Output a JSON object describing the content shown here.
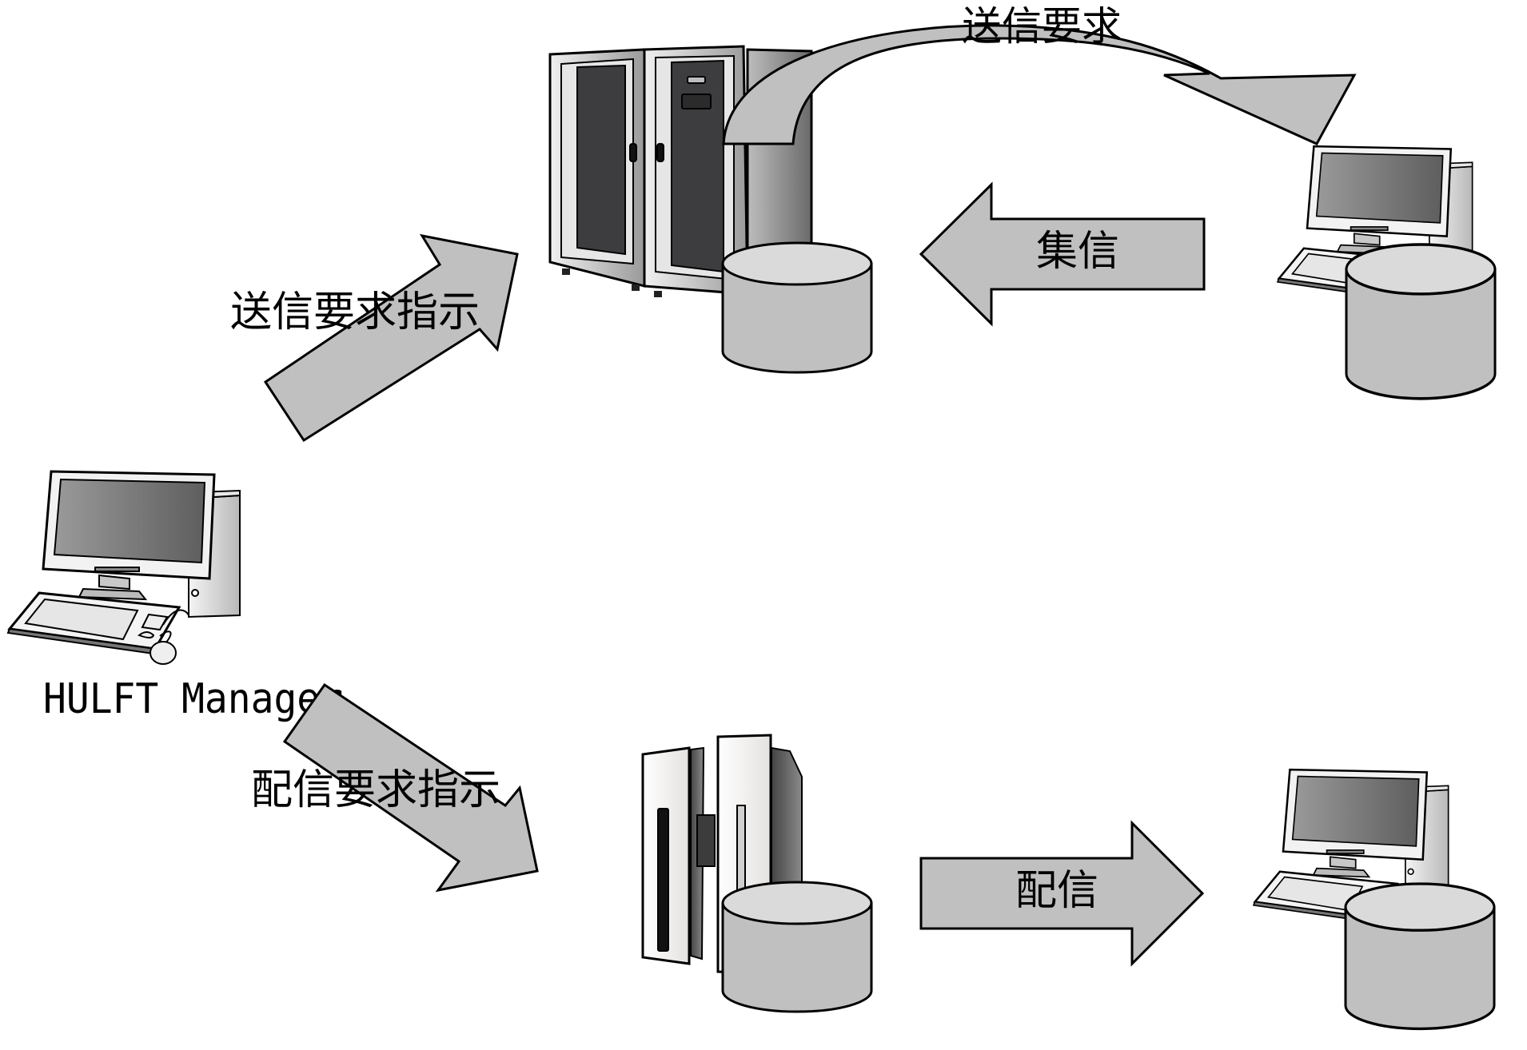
{
  "diagram": {
    "manager_label": "HULFT Manager",
    "arrows": {
      "send_request_instruction": "送信要求指示",
      "send_request": "送信要求",
      "collect": "集信",
      "distribute_request_instruction": "配信要求指示",
      "distribute": "配信"
    },
    "nodes": [
      {
        "id": "hulft-manager",
        "type": "desktop-pc"
      },
      {
        "id": "host-server-top",
        "type": "rack-server",
        "has_database": true
      },
      {
        "id": "client-pc-top",
        "type": "desktop-pc",
        "has_database": true
      },
      {
        "id": "host-server-bottom",
        "type": "mainframe",
        "has_database": true
      },
      {
        "id": "client-pc-bottom",
        "type": "desktop-pc",
        "has_database": true
      }
    ],
    "colors": {
      "arrow_fill": "#c0c0c0",
      "database_body": "#c0c0c0",
      "database_top": "#dadada",
      "outline": "#000000",
      "monitor_screen_dark": "#666666",
      "rack_door": "#3d3d3f"
    }
  }
}
